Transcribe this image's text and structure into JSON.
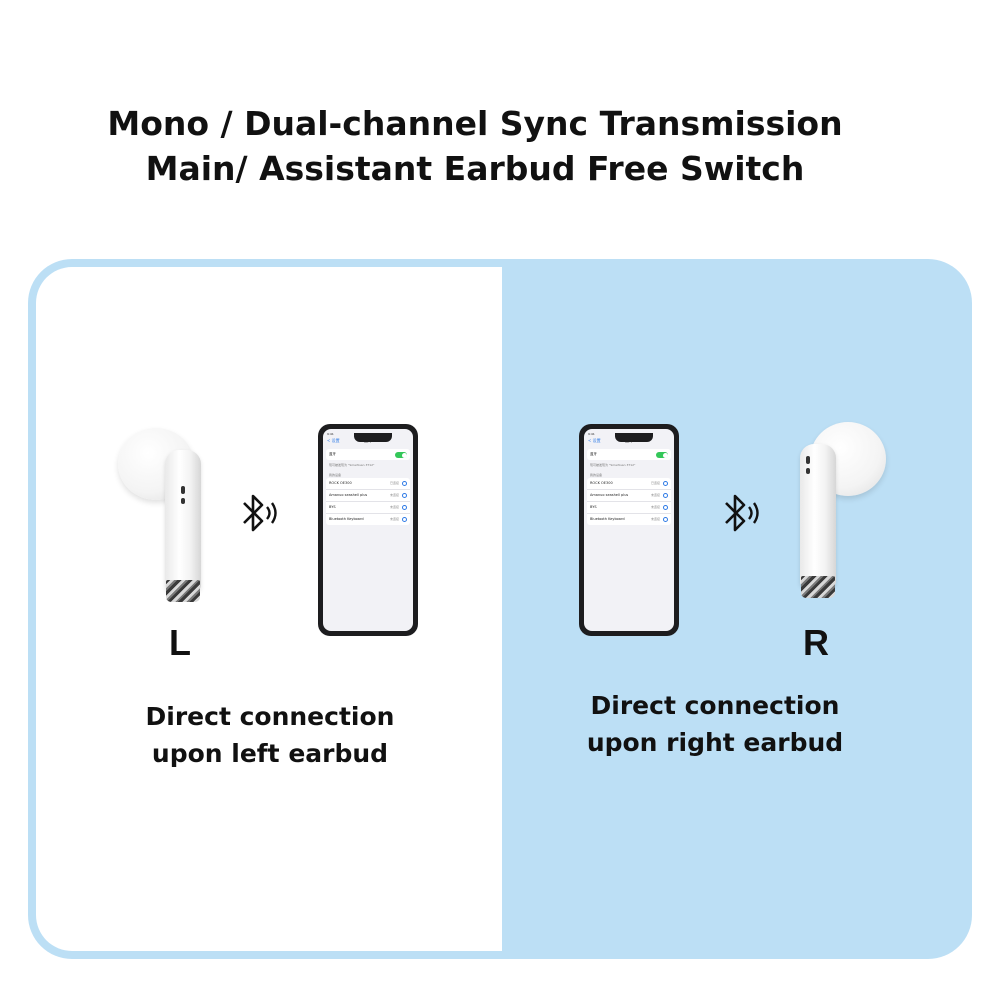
{
  "headline": {
    "line1": "Mono / Dual-channel Sync Transmission",
    "line2": "Main/ Assistant Earbud Free Switch"
  },
  "left_panel": {
    "letter": "L",
    "caption_line1": "Direct connection",
    "caption_line2": "upon left earbud",
    "icons": [
      "earbud-left-icon",
      "bluetooth-icon",
      "phone-icon"
    ]
  },
  "right_panel": {
    "letter": "R",
    "caption_line1": "Direct connection",
    "caption_line2": "upon right earbud",
    "icons": [
      "phone-icon",
      "bluetooth-icon",
      "earbud-right-icon"
    ]
  },
  "colors": {
    "panel_blue": "#bcdff5",
    "panel_white": "#ffffff",
    "toggle_green": "#34c759"
  }
}
